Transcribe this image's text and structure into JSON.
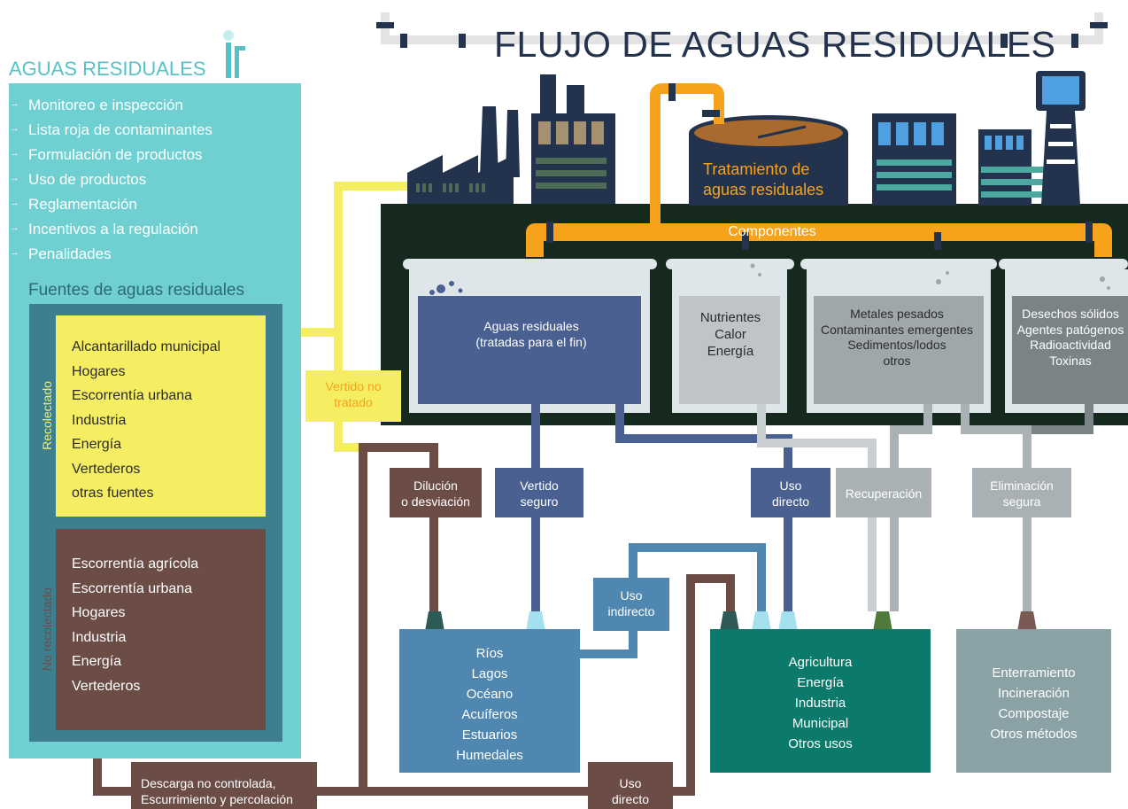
{
  "title": "FLUJO DE AGUAS RESIDUALES",
  "left_panel": {
    "title": "AGUAS RESIDUALES",
    "items": [
      "Monitoreo e inspección",
      "Lista roja de contaminantes",
      "Formulación de productos",
      "Uso de productos",
      "Reglamentación",
      "Incentivos a la regulación",
      "Penalidades"
    ],
    "sources_title": "Fuentes de aguas residuales",
    "collected": {
      "label": "Recolectado",
      "items": [
        "Alcantarillado municipal",
        "Hogares",
        "Escorrentía urbana",
        "Industria",
        "Energía",
        "Vertederos",
        "otras fuentes"
      ]
    },
    "not_collected": {
      "label": "No recolectado",
      "items": [
        "Escorrentía agrícola",
        "Escorrentía urbana",
        "Hogares",
        "Industria",
        "Energía",
        "Vertederos"
      ]
    }
  },
  "treatment": {
    "label": "Tratamiento de\naguas residuales",
    "components_label": "Componentes"
  },
  "tanks": {
    "wastewater": "Aguas residuales\n(tratadas para el fin)",
    "nutrients": "Nutrientes\nCalor\nEnergía",
    "metals": "Metales pesados\nContaminantes emergentes\nSedimentos/lodos\notros",
    "solids": "Desechos sólidos\nAgentes patógenos\nRadioactividad\nToxinas"
  },
  "labels": {
    "untreated": "Vertido no\ntratado",
    "dilution": "Dilución\no desviación",
    "safe_discharge": "Vertido\nseguro",
    "direct_use": "Uso\ndirecto",
    "recovery": "Recuperación",
    "safe_disposal": "Eliminación\nsegura",
    "indirect_use": "Uso\nindirecto",
    "uncontrolled": "Descarga no controlada,\nEscurrimiento y percolación",
    "direct_use_bottom": "Uso\ndirecto"
  },
  "destinations": {
    "water_bodies": "Ríos\nLagos\nOcéano\nAcuíferos\nEstuarios\nHumedales",
    "uses": "Agricultura\nEnergía\nIndustria\nMunicipal\nOtros usos",
    "disposal": "Enterramiento\nIncineración\nCompostaje\nOtros métodos"
  },
  "colors": {
    "teal_panel": "#6fcfd1",
    "dark_teal": "#3e7f8f",
    "yellow": "#f5ee62",
    "brown": "#6b4d45",
    "navy": "#23334d",
    "blue_pipe": "#4a6091",
    "orange": "#f7a21b",
    "dark_ground": "#16291f",
    "water_blue": "#4f87b0",
    "green": "#0b7a6b",
    "grey": "#8aa2a6"
  }
}
